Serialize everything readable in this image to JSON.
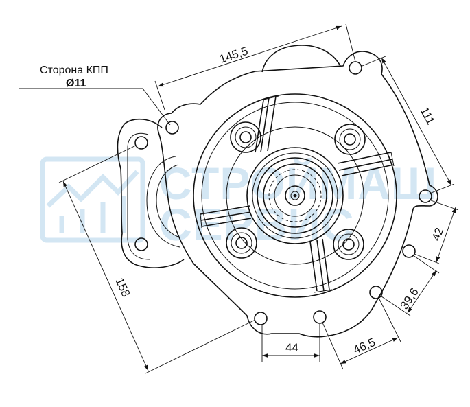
{
  "callout": {
    "side_label": "Сторона КПП",
    "hole_label": "Ø11"
  },
  "dimensions": {
    "top_width": "145,5",
    "right_height": "111",
    "left_height": "158",
    "bottom_left": "44",
    "bottom_right": "46,5",
    "right_lower": "39,6",
    "right_upper": "42"
  },
  "watermark": {
    "line1": "СТРОЙМАШ",
    "line2": "СЕРВИС"
  },
  "colors": {
    "line": "#111111",
    "watermark": "#cfe4f2"
  }
}
